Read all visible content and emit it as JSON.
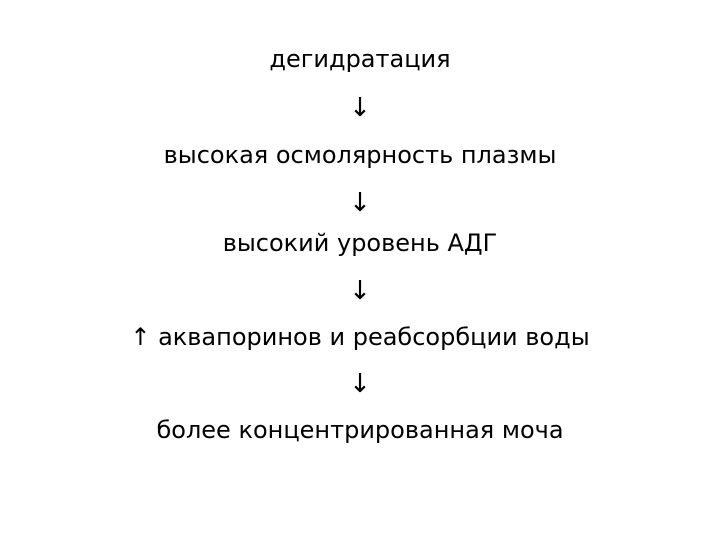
{
  "steps": [
    {
      "text": "дегидратация"
    },
    {
      "text": "высокая осмолярность плазмы"
    },
    {
      "text": "высокий уровень АДГ"
    },
    {
      "text": "↑ аквапоринов и реабсорбции воды"
    },
    {
      "text": "более концентрированная моча"
    }
  ],
  "connector": "↓"
}
